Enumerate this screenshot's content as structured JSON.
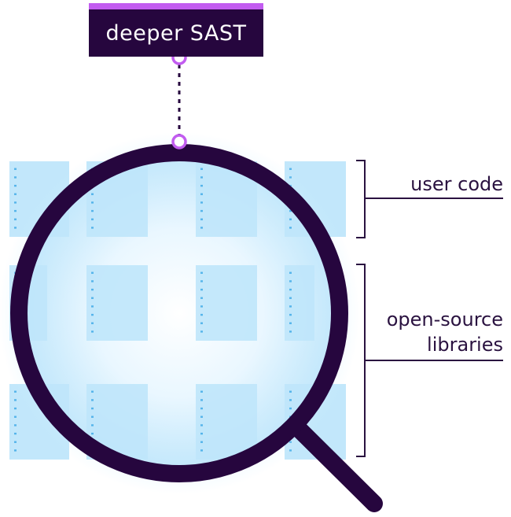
{
  "title": "deeper SAST",
  "labels": {
    "user_code": "user code",
    "open_source_line1": "open-source",
    "open_source_line2": "libraries"
  },
  "colors": {
    "dark": "#26063e",
    "accent": "#c25cf0",
    "page_tile": "#bfe6fb",
    "code_lines": "#3aa8e6",
    "lens_glow": "#dff3ff",
    "bracket": "#2a1240"
  },
  "grid": {
    "rows": [
      {
        "group": "user code",
        "pages": 4
      },
      {
        "group": "open-source libraries",
        "pages": 4
      },
      {
        "group": "open-source libraries",
        "pages": 4
      }
    ]
  },
  "icons": [
    "magnifying-glass-icon",
    "code-page-icon"
  ]
}
